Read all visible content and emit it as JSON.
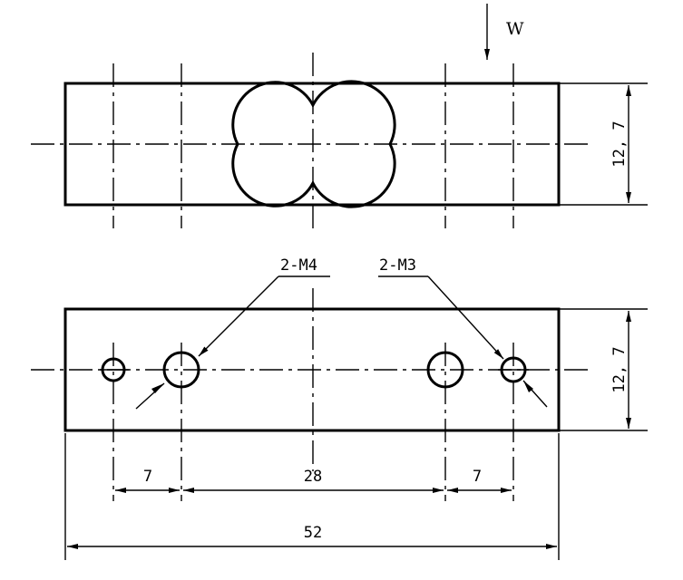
{
  "drawing": {
    "load_label": "W",
    "top_view": {
      "height_dim": "12, 7"
    },
    "front_view": {
      "height_dim": "12, 7",
      "left_callout": "2-M4",
      "right_callout": "2-M3",
      "dim_left_spacing": "7",
      "dim_center_spacing": "28",
      "dim_right_spacing": "7",
      "dim_overall_length": "52"
    }
  }
}
